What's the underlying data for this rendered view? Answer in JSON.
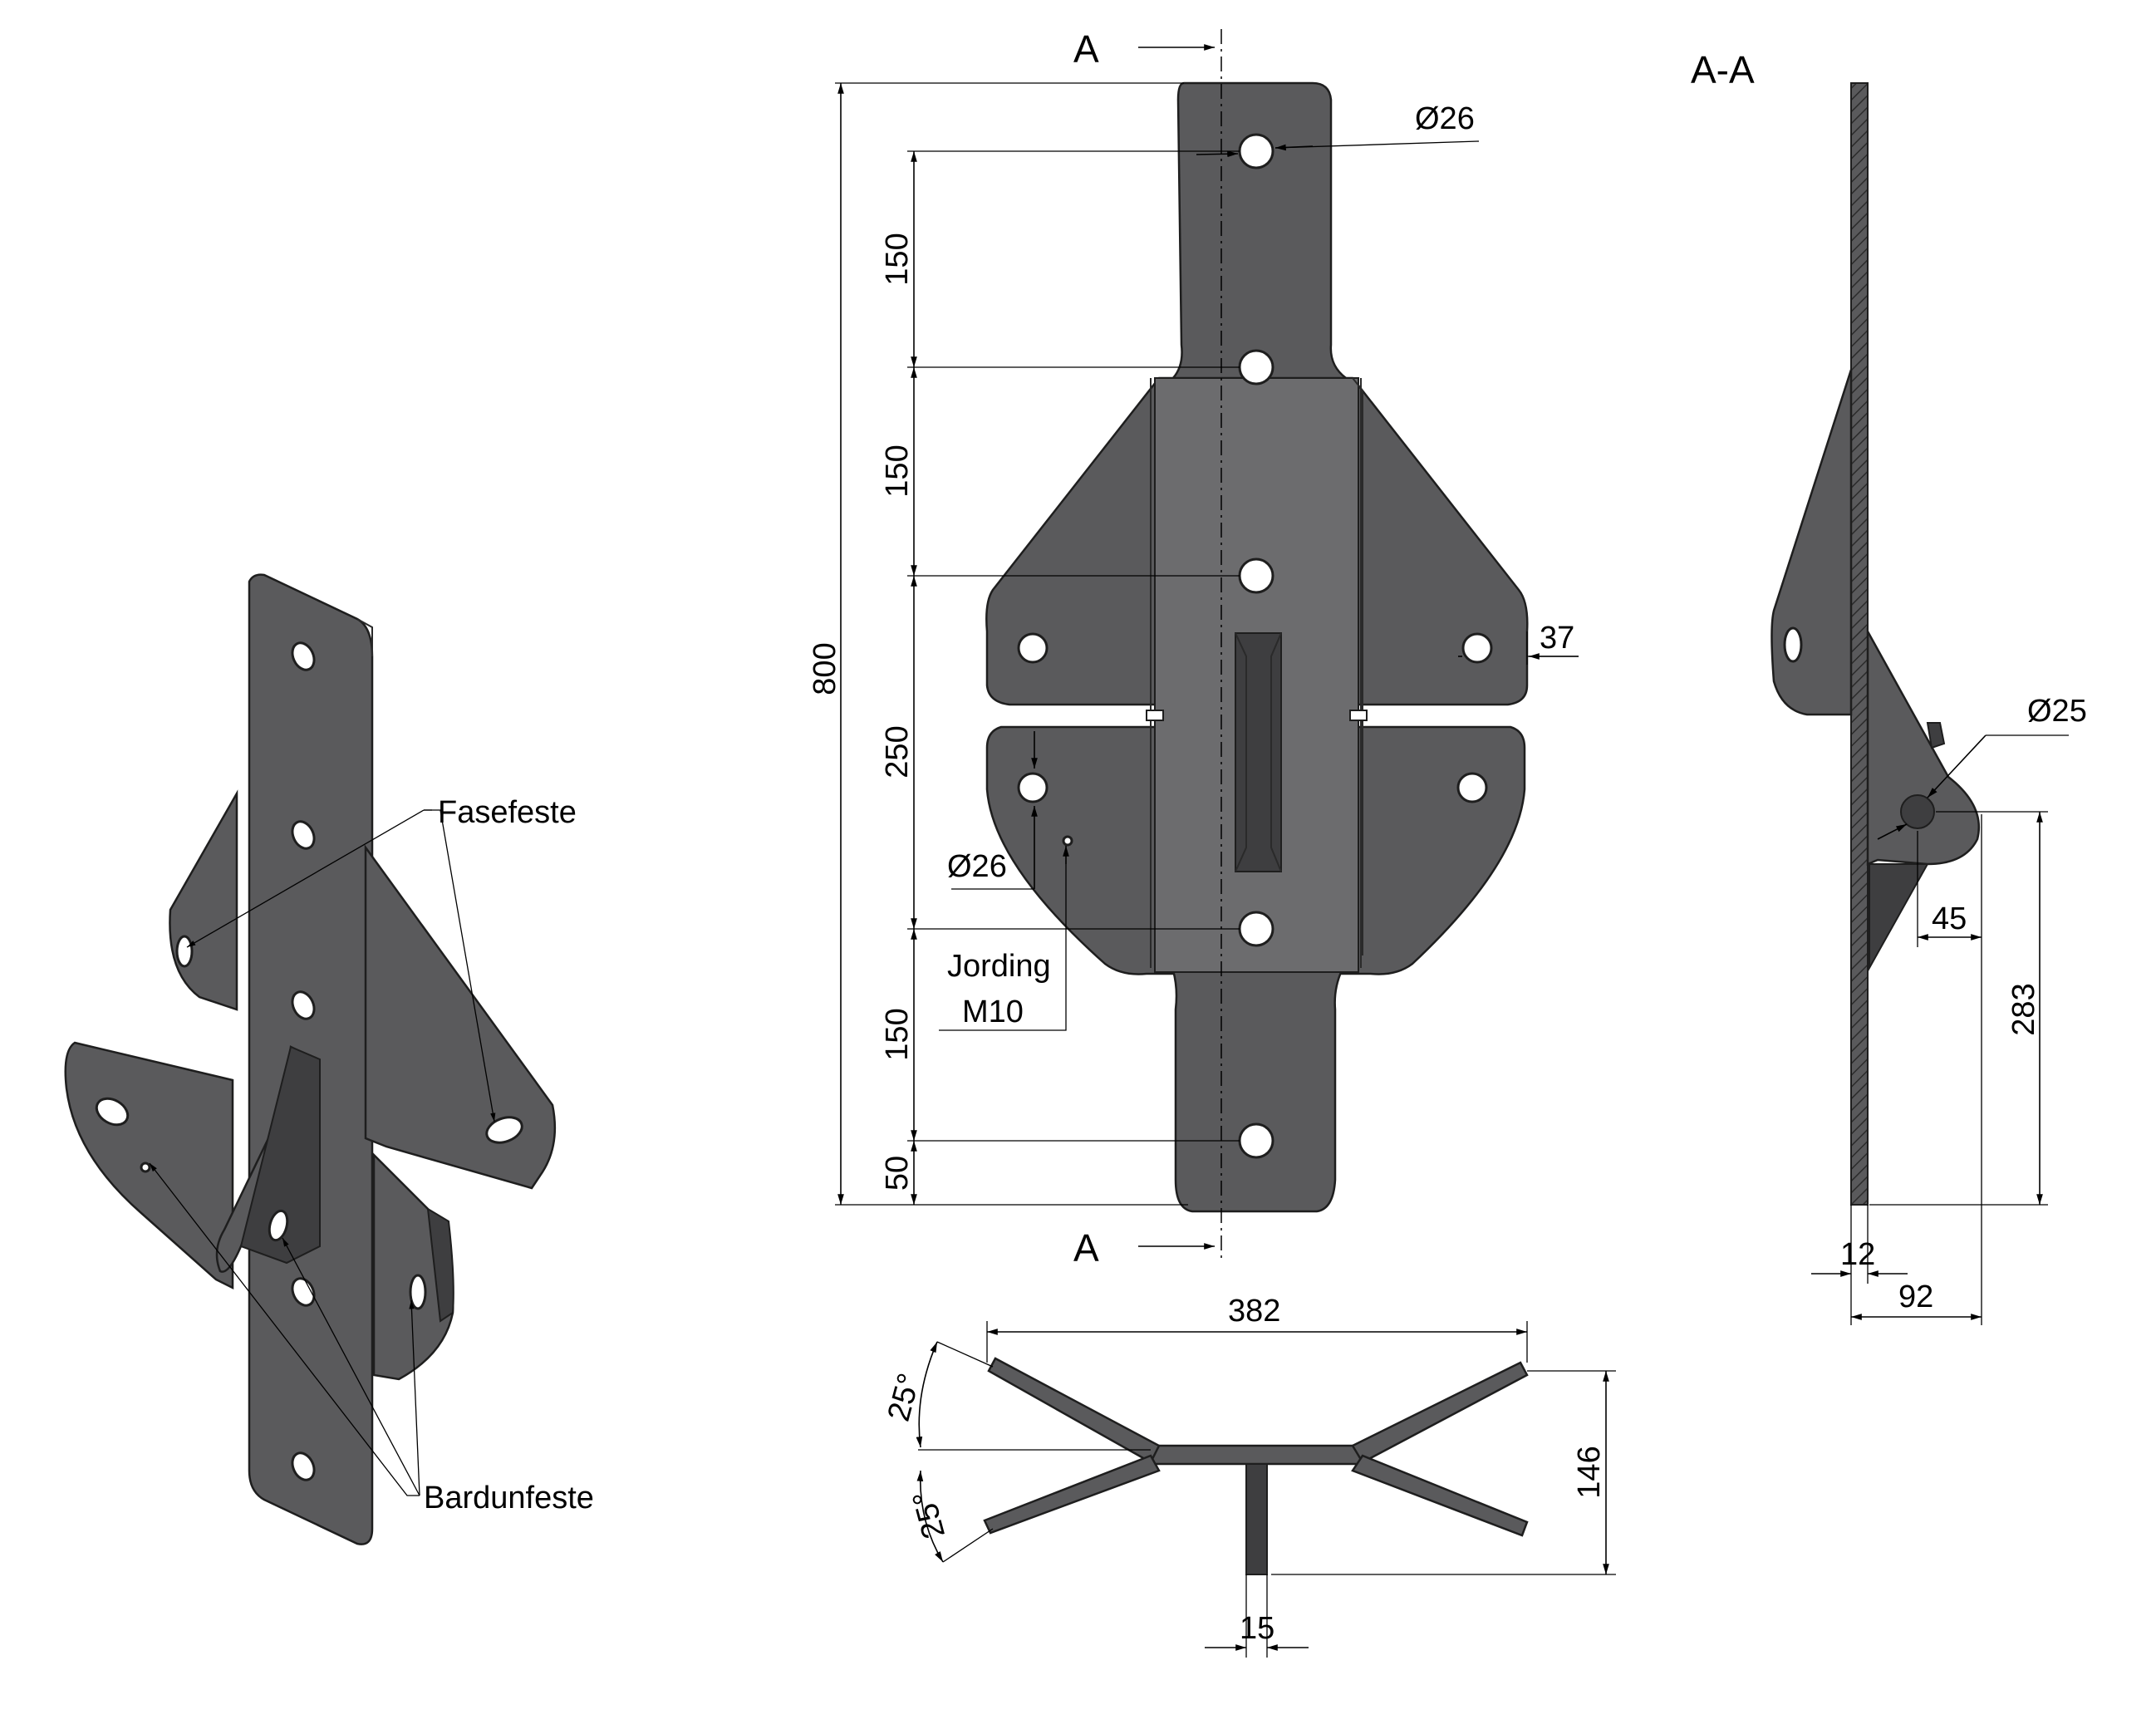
{
  "labels": {
    "fasefeste": "Fasefeste",
    "bardunfeste": "Bardunfeste",
    "section_top": "A",
    "section_bottom": "A",
    "section_view": "A-A",
    "jording_line1": "Jording",
    "jording_line2": "M10"
  },
  "dimensions": {
    "total_height": "800",
    "pitch_1": "150",
    "pitch_2": "150",
    "pitch_3": "250",
    "pitch_4": "150",
    "pitch_5": "50",
    "hole_dia_top": "Ø26",
    "hole_dia_side": "Ø26",
    "wing_offset": "37",
    "width": "382",
    "height_side": "146",
    "slot_width": "15",
    "angle_upper": "25°",
    "angle_lower": "25°",
    "pin_dia": "Ø25",
    "pin_offset": "45",
    "pin_height": "283",
    "thickness": "12",
    "depth": "92"
  },
  "colors": {
    "plate": "#5a5a5c",
    "plate_dark": "#3e3e40",
    "line": "#000000"
  }
}
